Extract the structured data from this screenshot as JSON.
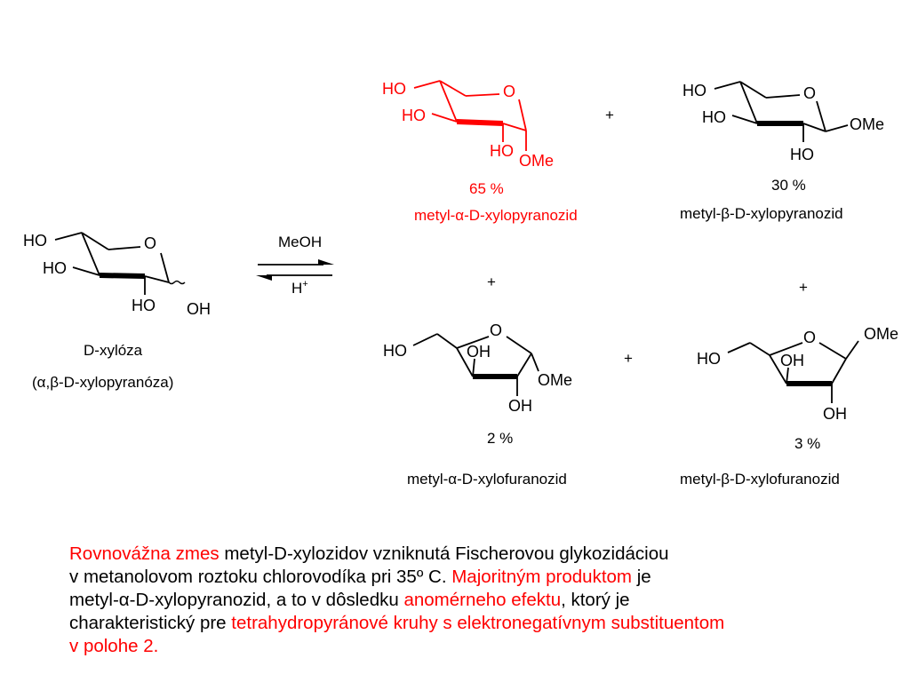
{
  "colors": {
    "highlight": "#ff0000",
    "text": "#000000"
  },
  "atoms": {
    "ho": "HO",
    "o": "O",
    "oh": "OH",
    "ome": "OMe",
    "h_plus": "H",
    "h_plus_sup": "+"
  },
  "plus_sign": "+",
  "reactant": {
    "name": "D-xylóza",
    "alt_name": "(α,β-D-xylopyranóza)"
  },
  "conditions": {
    "reagent": "MeOH",
    "catalyst": "H",
    "catalyst_sup": "+"
  },
  "products": [
    {
      "name": "metyl-α-D-xylopyranozid",
      "percent": "65 %"
    },
    {
      "name": "metyl-β-D-xylopyranozid",
      "percent": "30 %"
    },
    {
      "name": "metyl-α-D-xylofuranozid",
      "percent": "2 %"
    },
    {
      "name": "metyl-β-D-xylofuranozid",
      "percent": "3 %"
    }
  ],
  "paragraph": {
    "l1_hl": "Rovnovážna zmes",
    "l1": " metyl-D-xylozidov vzniknutá Fischerovou glykozidáciou",
    "l2": "v metanolovom roztoku chlorovodíka pri 35º C. ",
    "l2_hl": "Majoritným produktom",
    "l2_end": " je",
    "l3": "metyl-α-D-xylopyranozid, a to v dôsledku ",
    "l3_hl": "anomérneho efektu",
    "l3_end": ", ktorý je",
    "l4": "charakteristický pre ",
    "l4_hl": "tetrahydropyránové kruhy s elektronegatívnym substituentom",
    "l5_hl": "v polohe 2."
  }
}
